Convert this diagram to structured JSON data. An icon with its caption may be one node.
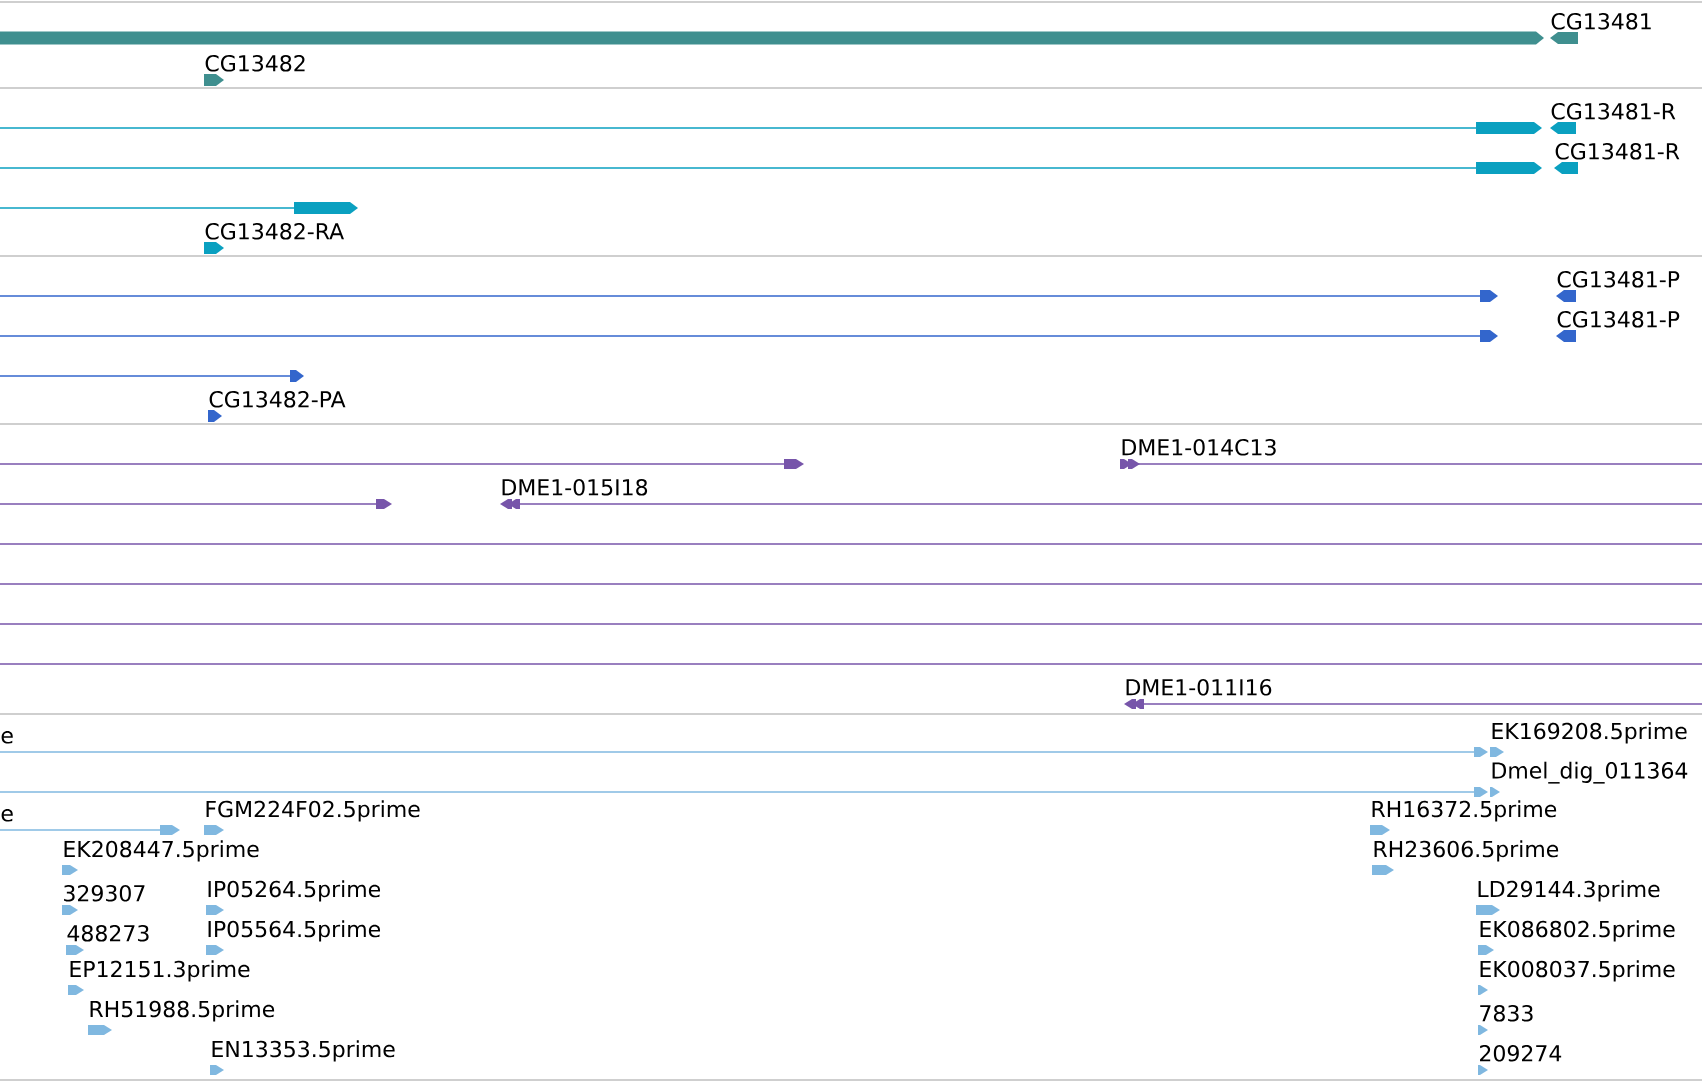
{
  "diagram": {
    "labels": [
      "CG13481",
      "CG13482",
      "CG13481-R",
      "CG13481-R",
      "CG13482-RA",
      "CG13481-P",
      "CG13481-P",
      "CG13482-PA",
      "DME1-014C13",
      "DME1-015I18",
      "DME1-011I16",
      "e",
      "EK169208.5prime",
      "Dmel_dig_011364",
      "e",
      "FGM224F02.5prime",
      "RH16372.5prime",
      "EK208447.5prime",
      "RH23606.5prime",
      "329307",
      "IP05264.5prime",
      "LD29144.3prime",
      "488273",
      "IP05564.5prime",
      "EK086802.5prime",
      "EP12151.3prime",
      "EK008037.5prime",
      "RH51988.5prime",
      "7833",
      "EN13353.5prime",
      "209274"
    ]
  }
}
